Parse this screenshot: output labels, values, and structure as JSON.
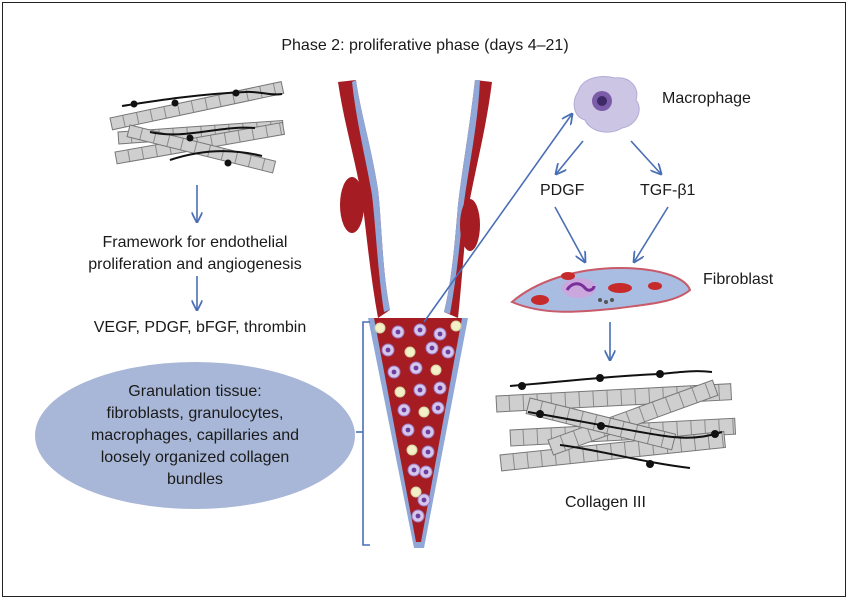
{
  "title": "Phase 2: proliferative phase (days 4–21)",
  "left": {
    "framework_line1": "Framework for endothelial",
    "framework_line2": "proliferation and angiogenesis",
    "factors": "VEGF, PDGF, bFGF, thrombin",
    "granulation": [
      "Granulation tissue:",
      "fibroblasts, granulocytes,",
      "macrophages, capillaries and",
      "loosely organized collagen",
      "bundles"
    ]
  },
  "right": {
    "macrophage": "Macrophage",
    "pdgf": "PDGF",
    "tgf": "TGF-β1",
    "fibroblast": "Fibroblast",
    "collagen": "Collagen III"
  },
  "colors": {
    "wound_red": "#a51c22",
    "wound_blue": "#8fa8d8",
    "arrow_blue": "#4a6fb5",
    "collagen_gray": "#c9c9c9",
    "ellipse_blue": "#a8b7d7"
  },
  "icons": [
    "collagen-fibers-icon",
    "wound-icon",
    "macrophage-icon",
    "fibroblast-icon"
  ]
}
